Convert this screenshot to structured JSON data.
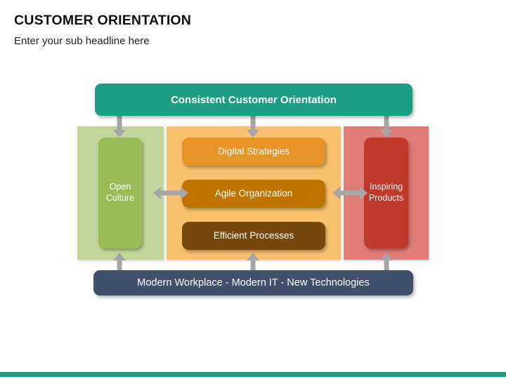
{
  "header": {
    "title": "CUSTOMER ORIENTATION",
    "subtitle": "Enter your sub headline here"
  },
  "diagram": {
    "top_banner": {
      "label": "Consistent Customer Orientation",
      "color": "#1e9e82"
    },
    "bottom_banner": {
      "label": "Modern Workplace - Modern IT - New Technologies",
      "color": "#41506b"
    },
    "pillars": [
      {
        "id": "open-culture",
        "background_color": "#c2d69b",
        "cards": [
          {
            "label": "Open\nCulture",
            "line1": "Open",
            "line2": "Culture",
            "color": "#9bbb59"
          }
        ]
      },
      {
        "id": "digital",
        "background_color": "#f9c06f",
        "cards": [
          {
            "label": "Digital Strategies",
            "color": "#e79426"
          },
          {
            "label": "Agile Organization",
            "color": "#bf7400"
          },
          {
            "label": "Efficient Processes",
            "color": "#76480d"
          }
        ]
      },
      {
        "id": "inspiring-products",
        "background_color": "#e07d78",
        "cards": [
          {
            "label": "Inspiring\nProducts",
            "line1": "Inspiring",
            "line2": "Products",
            "color": "#c0392b"
          }
        ]
      }
    ],
    "arrows": {
      "color": "#a6a6a6",
      "vertical_double_headed_count": 6,
      "horizontal_double_headed_count": 2
    }
  },
  "accent_bar": {
    "color": "#1e9e82"
  }
}
